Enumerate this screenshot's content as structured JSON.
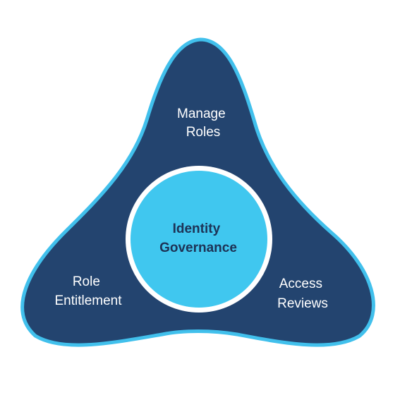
{
  "diagram": {
    "center": {
      "line1": "Identity",
      "line2": "Governance"
    },
    "top": {
      "line1": "Manage",
      "line2": "Roles"
    },
    "bottom_left": {
      "line1": "Role",
      "line2": "Entitlement"
    },
    "bottom_right": {
      "line1": "Access",
      "line2": "Reviews"
    }
  },
  "colors": {
    "shape_fill": "#23446f",
    "shape_stroke": "#41c0ec",
    "center_fill": "#40c7ef",
    "center_ring": "#ffffff",
    "center_text": "#1d3356",
    "label_text": "#ffffff"
  }
}
